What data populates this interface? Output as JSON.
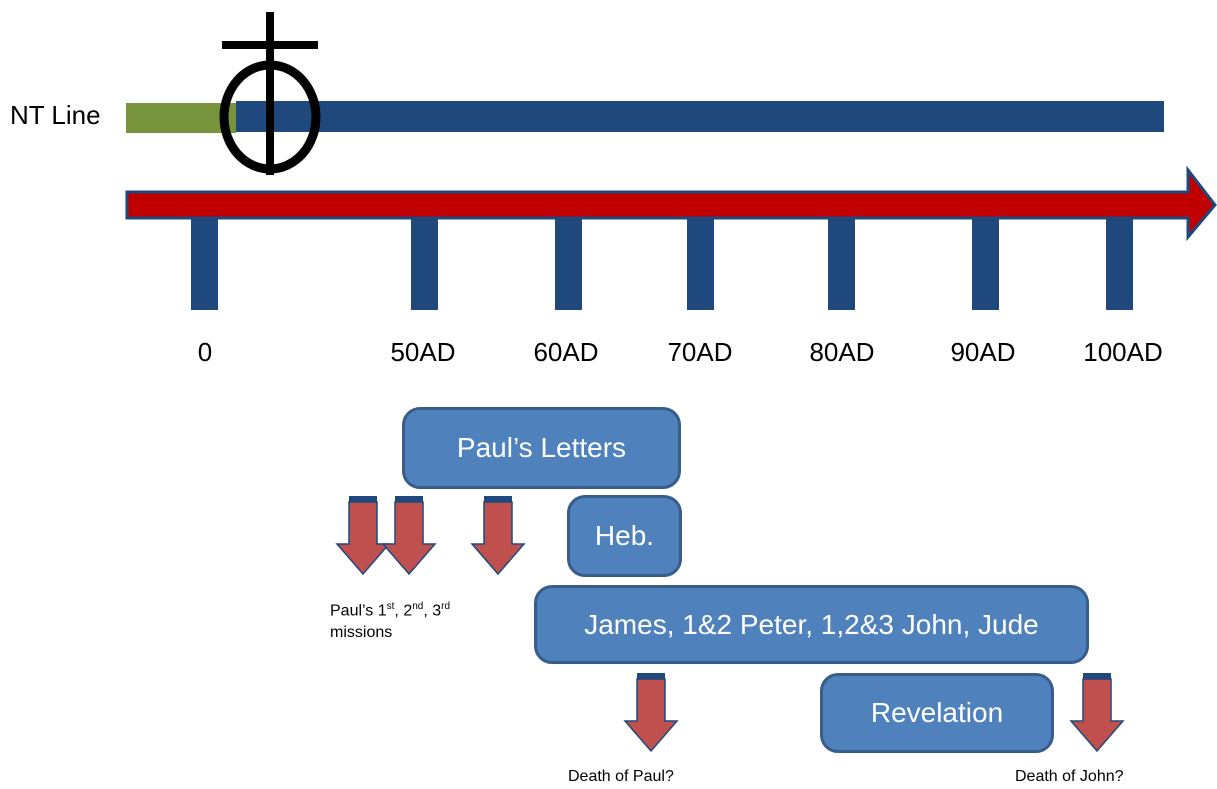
{
  "nt_line_label": "NT Line",
  "ticks": [
    "0",
    "50AD",
    "60AD",
    "70AD",
    "80AD",
    "90AD",
    "100AD"
  ],
  "boxes": {
    "pauls_letters": "Paul’s Letters",
    "hebrews": "Heb.",
    "general_epistles": "James, 1&2 Peter, 1,2&3 John, Jude",
    "revelation": "Revelation"
  },
  "captions": {
    "missions": {
      "part1": "Paul’s 1",
      "sup1": "st",
      "part2": ", 2",
      "sup2": "nd",
      "part3": ", 3",
      "sup3": "rd",
      "line2": "missions"
    },
    "death_of_paul": "Death of Paul?",
    "death_of_john": "Death of John?"
  },
  "colors": {
    "timeline_blue": "#1f497d",
    "pre_christ_green": "#77933c",
    "arrow_red": "#c00000",
    "box_blue": "#4f81bd",
    "down_arrow_red": "#c0504d"
  },
  "icons": {
    "cross_symbol": "cross-circle-icon",
    "down_arrow": "down-arrow-icon"
  }
}
